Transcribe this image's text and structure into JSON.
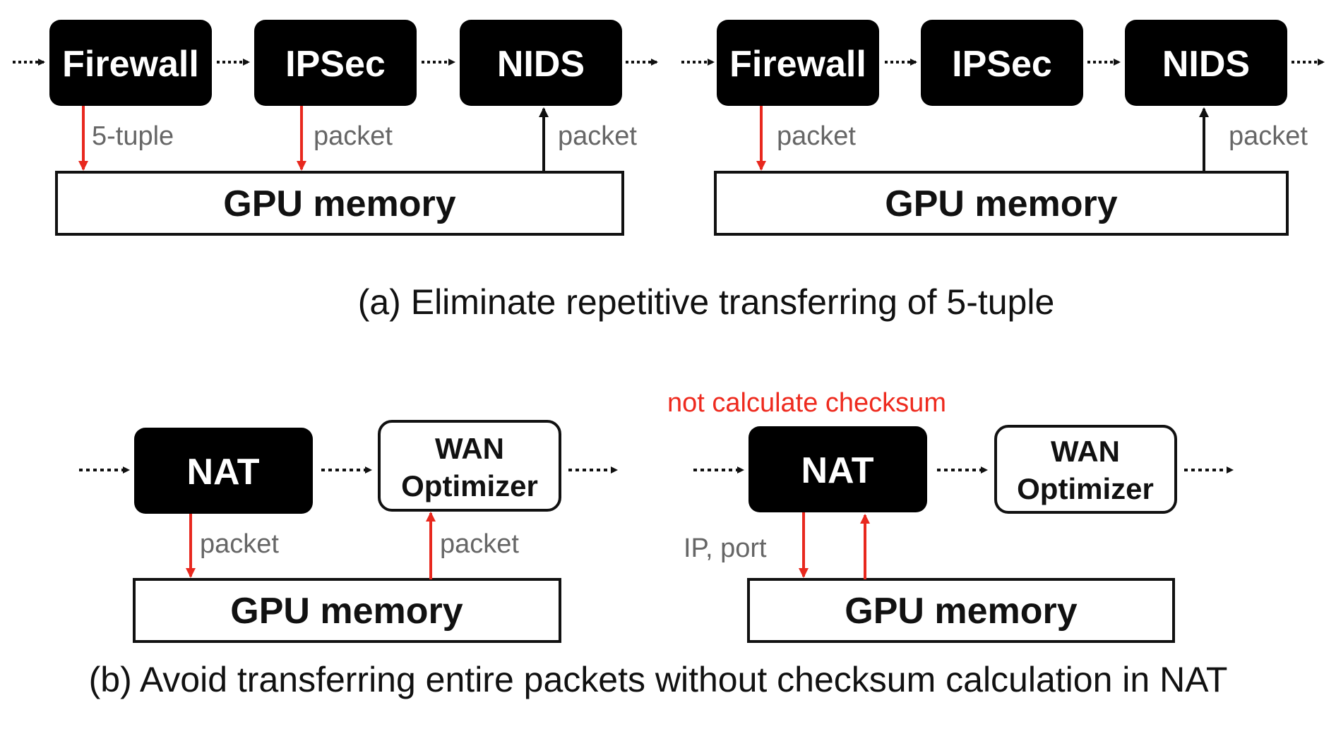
{
  "colors": {
    "dark_box": "#000000",
    "dark_text": "#ffffff",
    "light_box": "#ffffff",
    "outline": "#111111",
    "transfer_arrow": "#e8281e",
    "flow_arrow": "#111111",
    "label_gray": "#666666",
    "note_red": "#ee2a1e"
  },
  "panel_a": {
    "caption": "(a) Eliminate repetitive transferring of 5-tuple",
    "left": {
      "nodes": [
        "Firewall",
        "IPSec",
        "NIDS"
      ],
      "memory": "GPU memory",
      "transfer_labels": [
        "5-tuple",
        "packet",
        "packet"
      ]
    },
    "right": {
      "nodes": [
        "Firewall",
        "IPSec",
        "NIDS"
      ],
      "memory": "GPU memory",
      "transfer_labels": [
        "packet",
        "packet"
      ]
    }
  },
  "panel_b": {
    "caption": "(b) Avoid transferring entire packets without checksum calculation in NAT",
    "left": {
      "nat": "NAT",
      "wan_line1": "WAN",
      "wan_line2": "Optimizer",
      "memory": "GPU memory",
      "transfer_labels": [
        "packet",
        "packet"
      ]
    },
    "right": {
      "note": "not calculate checksum",
      "nat": "NAT",
      "wan_line1": "WAN",
      "wan_line2": "Optimizer",
      "memory": "GPU memory",
      "transfer_label": "IP, port"
    }
  }
}
